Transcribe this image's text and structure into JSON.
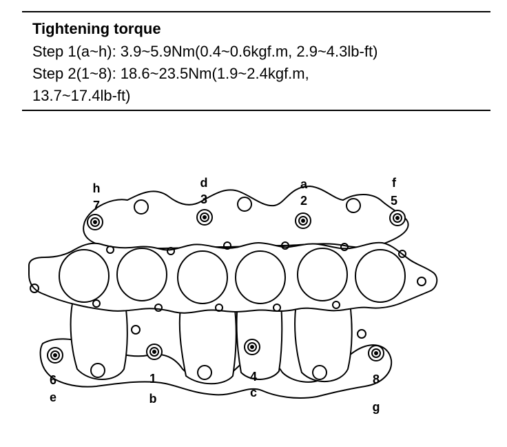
{
  "spec": {
    "title": "Tightening torque",
    "step1": "Step 1(a~h):  3.9~5.9Nm(0.4~0.6kgf.m, 2.9~4.3lb-ft)",
    "step2": "Step 2(1~8):  18.6~23.5Nm(1.9~2.4kgf.m,",
    "step2_cont": "13.7~17.4lb-ft)"
  },
  "bolts": [
    {
      "id": "h7",
      "letter": "h",
      "number": "7"
    },
    {
      "id": "d3",
      "letter": "d",
      "number": "3"
    },
    {
      "id": "a2",
      "letter": "a",
      "number": "2"
    },
    {
      "id": "f5",
      "letter": "f",
      "number": "5"
    },
    {
      "id": "e6",
      "letter": "e",
      "number": "6"
    },
    {
      "id": "b1",
      "letter": "b",
      "number": "1"
    },
    {
      "id": "c4",
      "letter": "c",
      "number": "4"
    },
    {
      "id": "g8",
      "letter": "g",
      "number": "8"
    }
  ],
  "colors": {
    "line": "#000000",
    "background": "#ffffff"
  }
}
